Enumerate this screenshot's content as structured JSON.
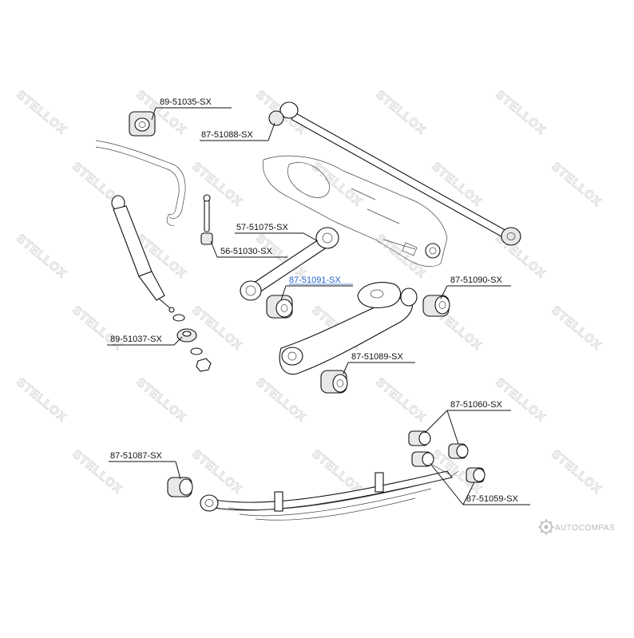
{
  "watermark": "STELLOX",
  "brand": "AUTOCOMPAS",
  "highlight_color": "#2563c9",
  "parts": [
    {
      "id": "p89_51035",
      "label": "89-51035-SX",
      "highlight": false
    },
    {
      "id": "p87_51088",
      "label": "87-51088-SX",
      "highlight": false
    },
    {
      "id": "p57_51075",
      "label": "57-51075-SX",
      "highlight": false
    },
    {
      "id": "p56_51030",
      "label": "56-51030-SX",
      "highlight": false
    },
    {
      "id": "p87_51091",
      "label": "87-51091-SX",
      "highlight": true
    },
    {
      "id": "p87_51090",
      "label": "87-51090-SX",
      "highlight": false
    },
    {
      "id": "p89_51037",
      "label": "89-51037-SX",
      "highlight": false
    },
    {
      "id": "p87_51089",
      "label": "87-51089-SX",
      "highlight": false
    },
    {
      "id": "p87_51060",
      "label": "87-51060-SX",
      "highlight": false
    },
    {
      "id": "p87_51087",
      "label": "87-51087-SX",
      "highlight": false
    },
    {
      "id": "p87_51059",
      "label": "87-51059-SX",
      "highlight": false
    }
  ]
}
